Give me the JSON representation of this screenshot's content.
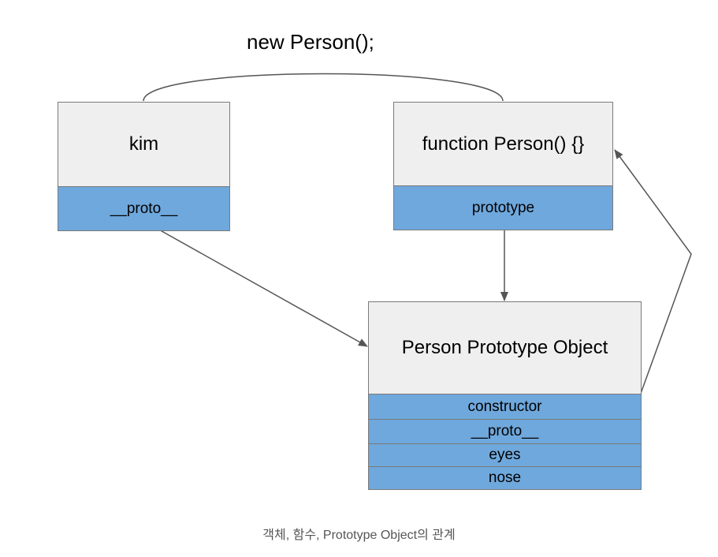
{
  "diagram": {
    "new_expression": "new Person();",
    "kim": {
      "title": "kim",
      "slot": "__proto__"
    },
    "person_function": {
      "title": "function Person() {}",
      "slot": "prototype"
    },
    "prototype_object": {
      "title": "Person Prototype Object",
      "slots": [
        "constructor",
        "__proto__",
        "eyes",
        "nose"
      ]
    },
    "caption": "객체, 함수, Prototype Object의 관계"
  },
  "colors": {
    "header": "#efefef",
    "slot": "#6fa8dc",
    "border": "#7a7a7a",
    "line": "#555555"
  }
}
